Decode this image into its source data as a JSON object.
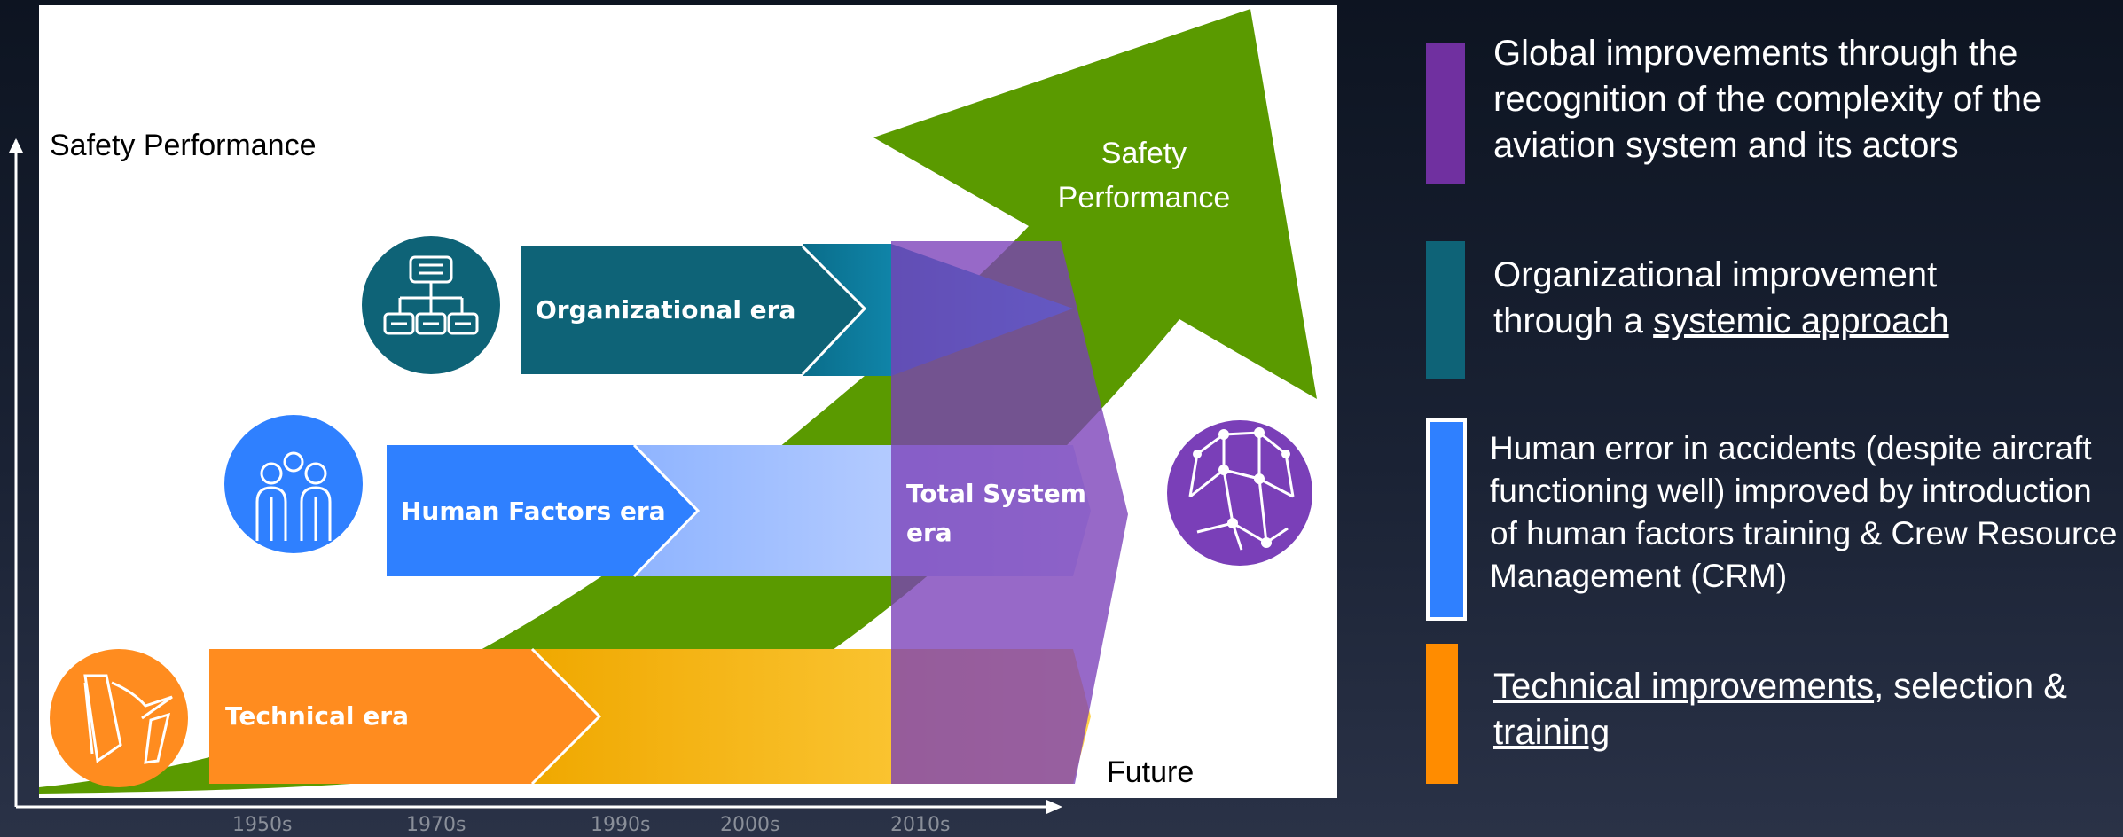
{
  "diagram": {
    "y_axis_label": "Safety Performance",
    "arrow_label_line1": "Safety",
    "arrow_label_line2": "Performance",
    "future_label": "Future",
    "eras": [
      {
        "label": "Organizational era"
      },
      {
        "label": "Human Factors era"
      },
      {
        "label": "Technical era"
      }
    ],
    "total_system_line1": "Total System",
    "total_system_line2": "era",
    "x_ticks": [
      "1950s",
      "1970s",
      "1990s",
      "2000s",
      "2010s"
    ]
  },
  "legend": [
    {
      "color": "#7030a0",
      "text": "Global improvements through the recognition of the complexity of the aviation system and its actors"
    },
    {
      "color": "#0e6377",
      "pre": "Organizational improvement through a ",
      "link": "systemic approach"
    },
    {
      "color": "#2f80ff",
      "text": "Human error in accidents (despite aircraft functioning well) improved by introduction of human factors training & Crew Resource Management (CRM)"
    },
    {
      "color": "#ff8c00",
      "link1": "Technical improvements",
      "mid": ", selection & ",
      "link2": "training"
    }
  ],
  "colors": {
    "green_arrow": "#5a9a00",
    "organizational": "#0e6377",
    "human_factors": "#2f80ff",
    "technical": "#ff8c1f",
    "total_system": "#7a3fb8"
  }
}
